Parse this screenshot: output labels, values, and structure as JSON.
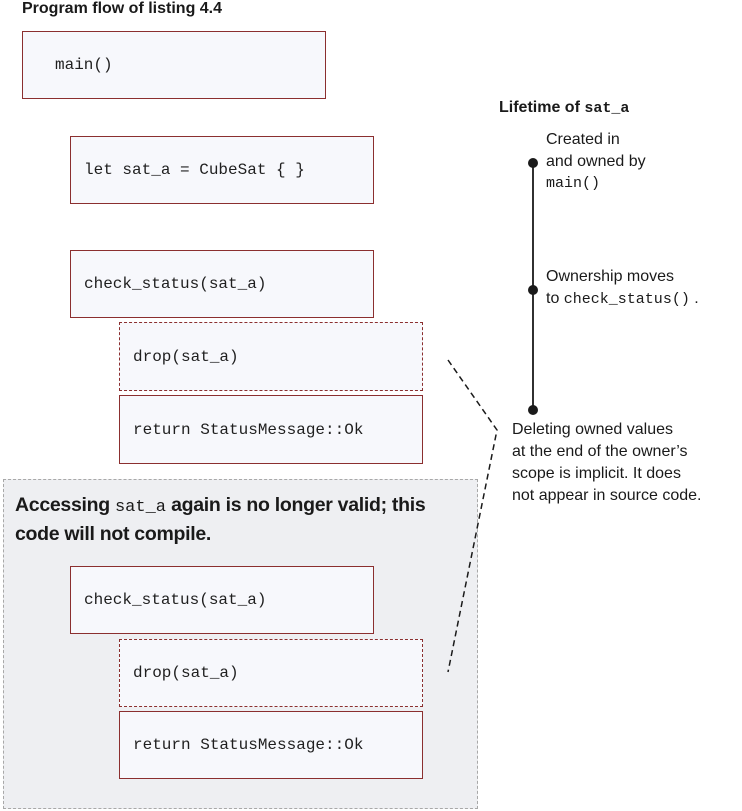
{
  "title": "Program flow of listing 4.4",
  "flow": {
    "main": "main()",
    "let": "let sat_a = CubeSat { }",
    "check_status": "check_status(sat_a)",
    "drop": "drop(sat_a)",
    "return": "return StatusMessage::Ok"
  },
  "error_panel": {
    "pre": "Accessing ",
    "code": "sat_a",
    "post": " again is no longer valid; this code will not compile.",
    "check_status": "check_status(sat_a)",
    "drop": "drop(sat_a)",
    "return": "return StatusMessage::Ok"
  },
  "lifetime": {
    "title_pre": "Lifetime of ",
    "title_code": "sat_a",
    "created": {
      "line1": "Created in",
      "line2": "and owned by",
      "code": "main()"
    },
    "moves": {
      "line1": "Ownership moves",
      "pre": "to ",
      "code": "check_status()",
      "post": " ."
    },
    "deleting": {
      "line1": "Deleting owned values",
      "line2": "at the end of the owner’s",
      "line3": "scope is implicit. It does",
      "line4": "not appear in source code."
    }
  },
  "colors": {
    "box_border": "#8b2f2f",
    "box_fill": "#f7f8fc",
    "panel_fill": "#eeeff2",
    "panel_border": "#a8a8a8"
  }
}
